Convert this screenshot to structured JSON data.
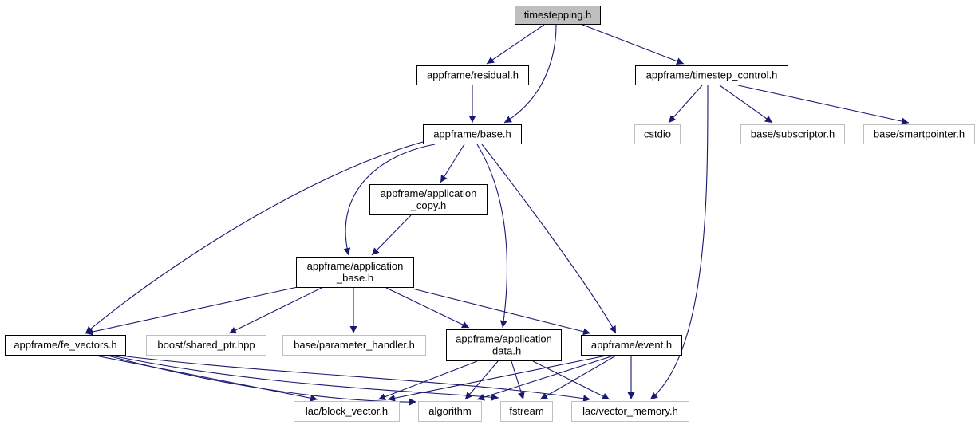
{
  "colors": {
    "edge": "#191970",
    "border_main": "#000000",
    "border_external": "#bfbfbf",
    "fill_root": "#bfbfbf",
    "fill_default": "#ffffff",
    "text": "#000000"
  },
  "nodes": [
    {
      "id": "timestepping",
      "lines": [
        "timestepping.h"
      ],
      "kind": "root"
    },
    {
      "id": "residual",
      "lines": [
        "appframe/residual.h"
      ],
      "kind": "main"
    },
    {
      "id": "timestep_control",
      "lines": [
        "appframe/timestep_control.h"
      ],
      "kind": "main"
    },
    {
      "id": "base",
      "lines": [
        "appframe/base.h"
      ],
      "kind": "main"
    },
    {
      "id": "cstdio",
      "lines": [
        "cstdio"
      ],
      "kind": "external"
    },
    {
      "id": "subscriptor",
      "lines": [
        "base/subscriptor.h"
      ],
      "kind": "external"
    },
    {
      "id": "smartpointer",
      "lines": [
        "base/smartpointer.h"
      ],
      "kind": "external"
    },
    {
      "id": "application_copy",
      "lines": [
        "appframe/application",
        "_copy.h"
      ],
      "kind": "main"
    },
    {
      "id": "application_base",
      "lines": [
        "appframe/application",
        "_base.h"
      ],
      "kind": "main"
    },
    {
      "id": "fe_vectors",
      "lines": [
        "appframe/fe_vectors.h"
      ],
      "kind": "main"
    },
    {
      "id": "shared_ptr",
      "lines": [
        "boost/shared_ptr.hpp"
      ],
      "kind": "external"
    },
    {
      "id": "parameter_handler",
      "lines": [
        "base/parameter_handler.h"
      ],
      "kind": "external"
    },
    {
      "id": "application_data",
      "lines": [
        "appframe/application",
        "_data.h"
      ],
      "kind": "main"
    },
    {
      "id": "event",
      "lines": [
        "appframe/event.h"
      ],
      "kind": "main"
    },
    {
      "id": "block_vector",
      "lines": [
        "lac/block_vector.h"
      ],
      "kind": "external"
    },
    {
      "id": "algorithm",
      "lines": [
        "algorithm"
      ],
      "kind": "external"
    },
    {
      "id": "fstream",
      "lines": [
        "fstream"
      ],
      "kind": "external"
    },
    {
      "id": "vector_memory",
      "lines": [
        "lac/vector_memory.h"
      ],
      "kind": "external"
    }
  ],
  "edges": [
    {
      "from": "timestepping",
      "to": "residual"
    },
    {
      "from": "timestepping",
      "to": "base"
    },
    {
      "from": "timestepping",
      "to": "timestep_control"
    },
    {
      "from": "residual",
      "to": "base"
    },
    {
      "from": "timestep_control",
      "to": "cstdio"
    },
    {
      "from": "timestep_control",
      "to": "subscriptor"
    },
    {
      "from": "timestep_control",
      "to": "smartpointer"
    },
    {
      "from": "timestep_control",
      "to": "vector_memory"
    },
    {
      "from": "base",
      "to": "application_copy"
    },
    {
      "from": "base",
      "to": "application_base"
    },
    {
      "from": "base",
      "to": "fe_vectors"
    },
    {
      "from": "base",
      "to": "application_data"
    },
    {
      "from": "base",
      "to": "event"
    },
    {
      "from": "application_copy",
      "to": "application_base"
    },
    {
      "from": "application_base",
      "to": "fe_vectors"
    },
    {
      "from": "application_base",
      "to": "shared_ptr"
    },
    {
      "from": "application_base",
      "to": "parameter_handler"
    },
    {
      "from": "application_base",
      "to": "application_data"
    },
    {
      "from": "application_base",
      "to": "event"
    },
    {
      "from": "fe_vectors",
      "to": "block_vector"
    },
    {
      "from": "fe_vectors",
      "to": "algorithm"
    },
    {
      "from": "fe_vectors",
      "to": "fstream"
    },
    {
      "from": "fe_vectors",
      "to": "vector_memory"
    },
    {
      "from": "application_data",
      "to": "block_vector"
    },
    {
      "from": "application_data",
      "to": "algorithm"
    },
    {
      "from": "application_data",
      "to": "fstream"
    },
    {
      "from": "application_data",
      "to": "vector_memory"
    },
    {
      "from": "event",
      "to": "block_vector"
    },
    {
      "from": "event",
      "to": "algorithm"
    },
    {
      "from": "event",
      "to": "fstream"
    },
    {
      "from": "event",
      "to": "vector_memory"
    }
  ]
}
